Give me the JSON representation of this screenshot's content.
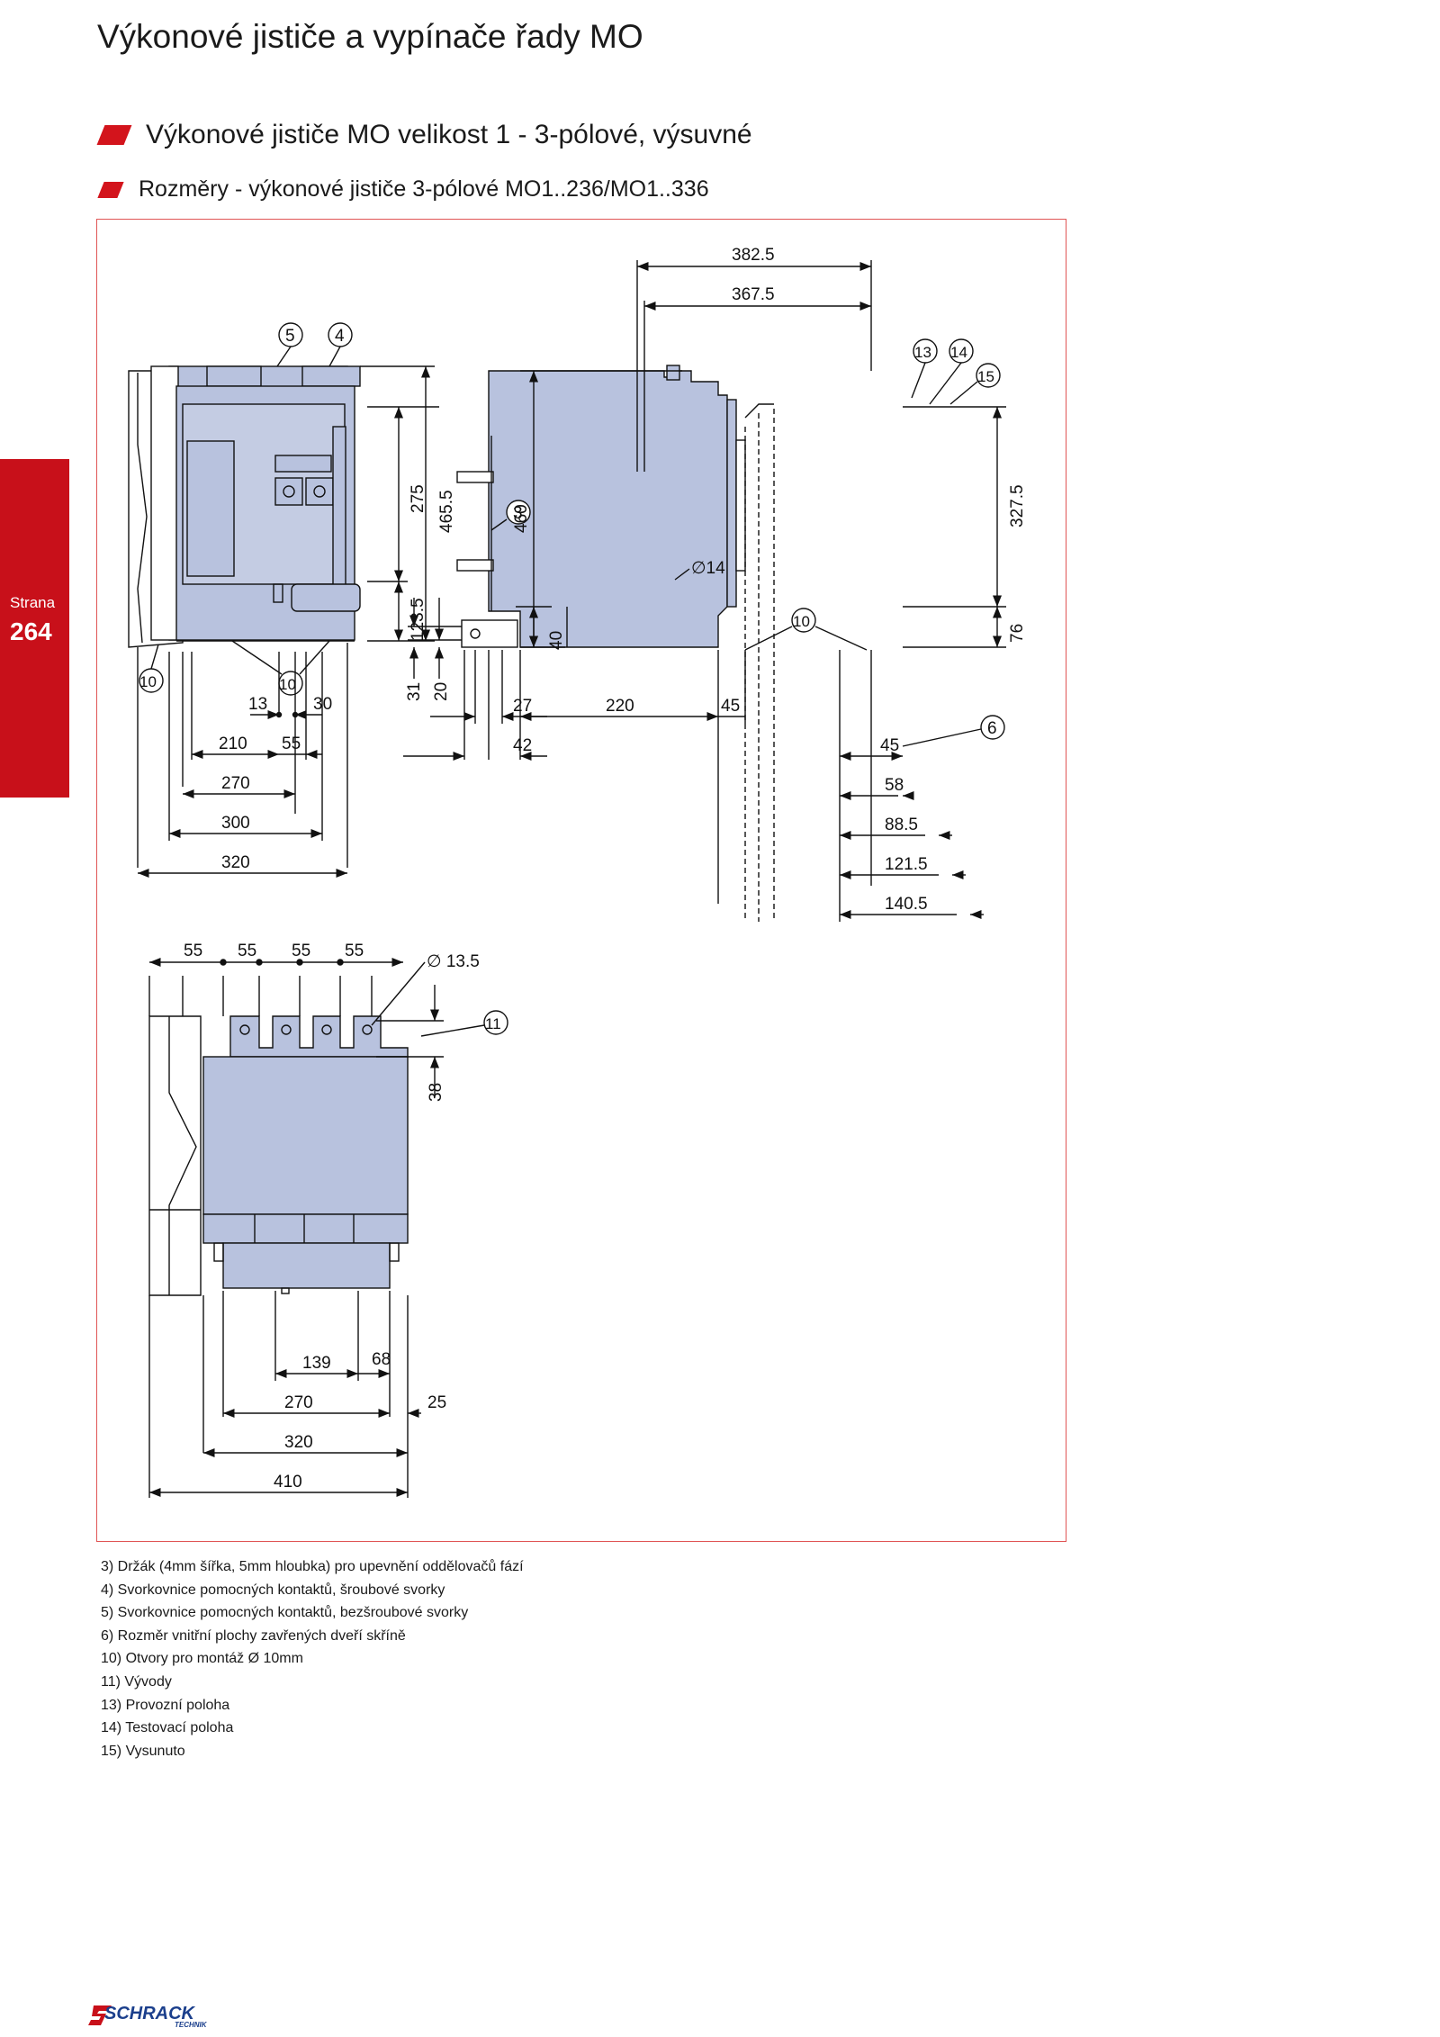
{
  "page": {
    "title": "Výkonové jističe a vypínače řady MO",
    "section_title": "Výkonové jističe MO velikost 1 - 3-pólové, výsuvné",
    "subsection_title": "Rozměry - výkonové jističe 3-pólové  MO1..236/MO1..336"
  },
  "side_tab": {
    "label": "Strana",
    "number": "264"
  },
  "colors": {
    "accent": "#c8101a",
    "body_fill": "#b8c2de",
    "frame": "#e05555"
  },
  "drawing": {
    "front_view": {
      "callouts": [
        "5",
        "4",
        "10",
        "10"
      ],
      "dims": {
        "d275": "275",
        "d465_5": "465.5",
        "d123_5": "123.5",
        "d13": "13",
        "d30": "30",
        "d210": "210",
        "d55": "55",
        "d270": "270",
        "d300": "300",
        "d320": "320"
      }
    },
    "side_view": {
      "callouts": [
        "3",
        "13",
        "14",
        "15",
        "10",
        "6"
      ],
      "hole_label": "∅14",
      "dims": {
        "d382_5": "382.5",
        "d367_5": "367.5",
        "d460": "460",
        "d327_5": "327.5",
        "d76": "76",
        "d40": "40",
        "d31": "31",
        "d20": "20",
        "d27": "27",
        "d42": "42",
        "d220": "220",
        "d45": "45",
        "d58": "58",
        "d88_5": "88.5",
        "d121_5": "121.5",
        "d140_5": "140.5"
      }
    },
    "top_view": {
      "callouts": [
        "11"
      ],
      "hole_label": "∅ 13.5",
      "dims": {
        "p1": "55",
        "p2": "55",
        "p3": "55",
        "p4": "55",
        "d38": "38",
        "d139": "139",
        "d68": "68",
        "d270": "270",
        "d25": "25",
        "d320": "320",
        "d410": "410"
      }
    }
  },
  "notes": [
    "3) Držák (4mm šířka, 5mm hloubka) pro upevnění oddělovačů fází",
    "4) Svorkovnice pomocných kontaktů, šroubové svorky",
    "5) Svorkovnice pomocných kontaktů, bezšroubové svorky",
    "6) Rozměr vnitřní plochy zavřených dveří skříně",
    "10) Otvory pro montáž Ø 10mm",
    "11) Vývody",
    "13) Provozní poloha",
    "14) Testovací poloha",
    "15) Vysunuto"
  ],
  "brand": {
    "name": "SCHRACK",
    "tagline": "TECHNIK"
  }
}
